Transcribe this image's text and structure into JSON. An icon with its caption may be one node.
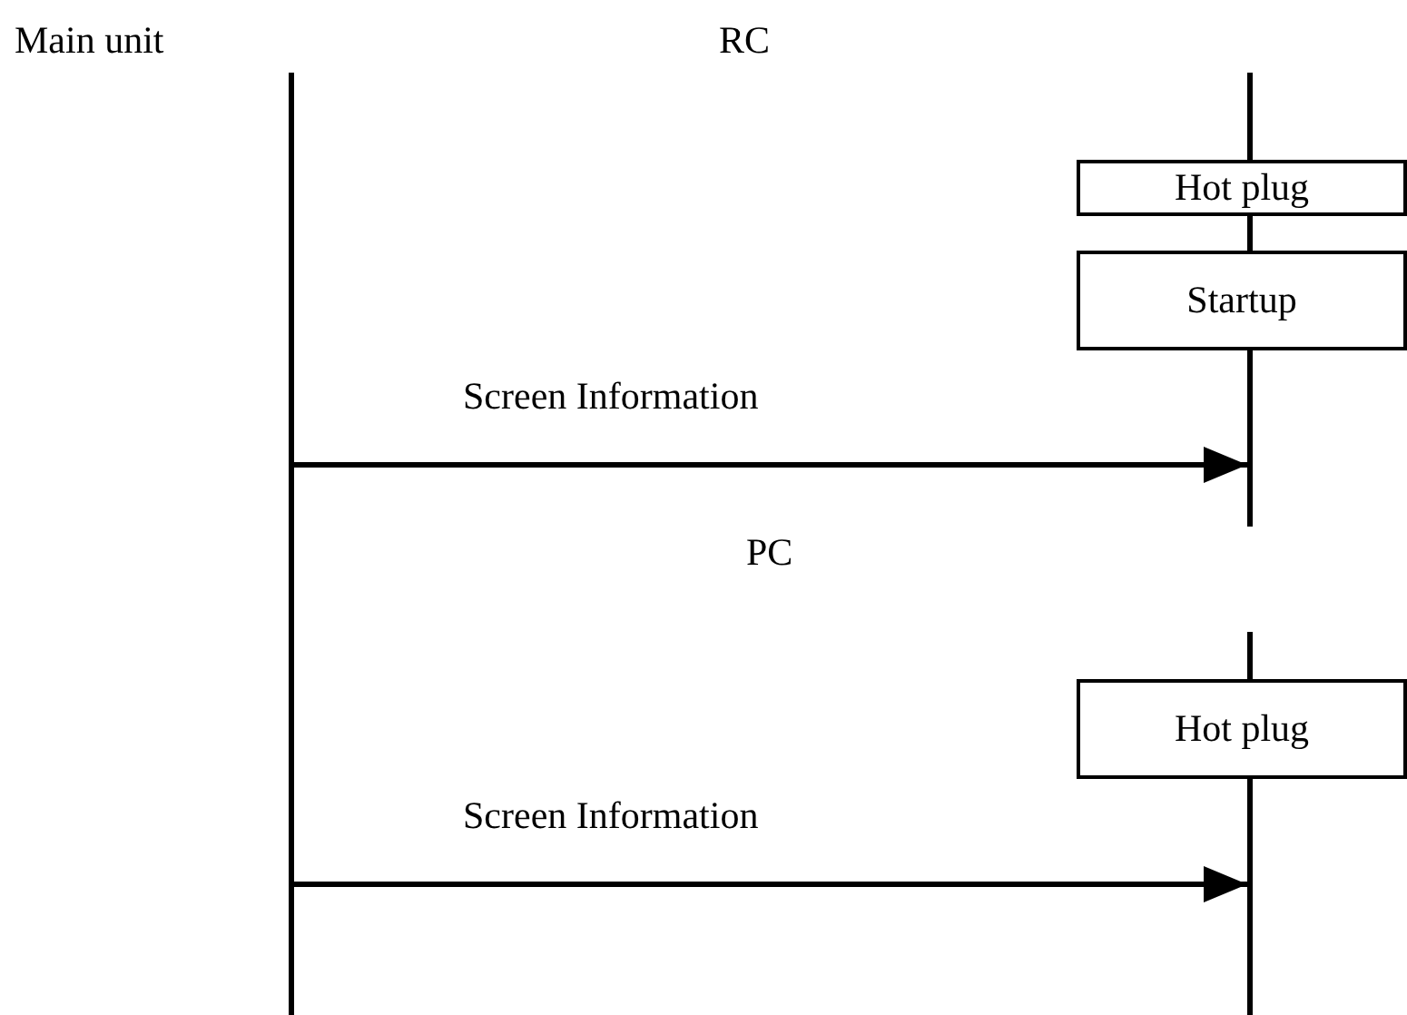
{
  "diagram": {
    "nodes": [
      {
        "text": [],
        "shape": "bar"
      },
      {
        "text": [],
        "shape": "bar"
      },
      {
        "text": [
          "Hot plug"
        ]
      },
      {
        "text": [
          "Startup"
        ]
      },
      {
        "text": [],
        "shape": "bar"
      },
      {
        "text": [
          "Hot plug"
        ]
      }
    ],
    "edges": [
      {
        "from": 0,
        "to": 1,
        "arrow": "to",
        "label": "Screen Information"
      },
      {
        "from": 0,
        "to": 4,
        "arrow": "to",
        "label": "Screen Information"
      }
    ],
    "labels": [
      "Main unit",
      "RC",
      "PC"
    ]
  }
}
